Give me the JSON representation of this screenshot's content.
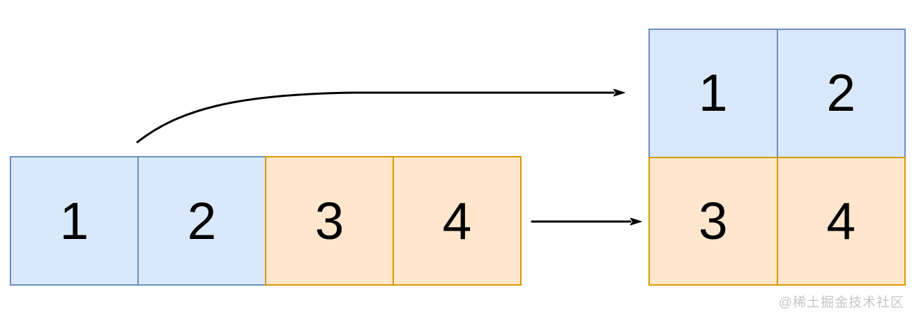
{
  "colors": {
    "background": "#ffffff",
    "blue-fill": "#dae8fc",
    "blue-stroke": "#6c8ebf",
    "orange-fill": "#ffe6cc",
    "orange-stroke": "#d79b00",
    "arrow": "#000000",
    "text": "#000000",
    "watermark": "#c6c6c6"
  },
  "row_vector": {
    "cells": [
      {
        "label": "1",
        "style": "blue"
      },
      {
        "label": "2",
        "style": "blue"
      },
      {
        "label": "3",
        "style": "orange"
      },
      {
        "label": "4",
        "style": "orange"
      }
    ]
  },
  "matrix": {
    "rows": [
      {
        "cells": [
          {
            "label": "1",
            "style": "blue"
          },
          {
            "label": "2",
            "style": "blue"
          }
        ]
      },
      {
        "cells": [
          {
            "label": "3",
            "style": "orange"
          },
          {
            "label": "4",
            "style": "orange"
          }
        ]
      }
    ]
  },
  "watermark": {
    "text": "@稀土掘金技术社区"
  }
}
